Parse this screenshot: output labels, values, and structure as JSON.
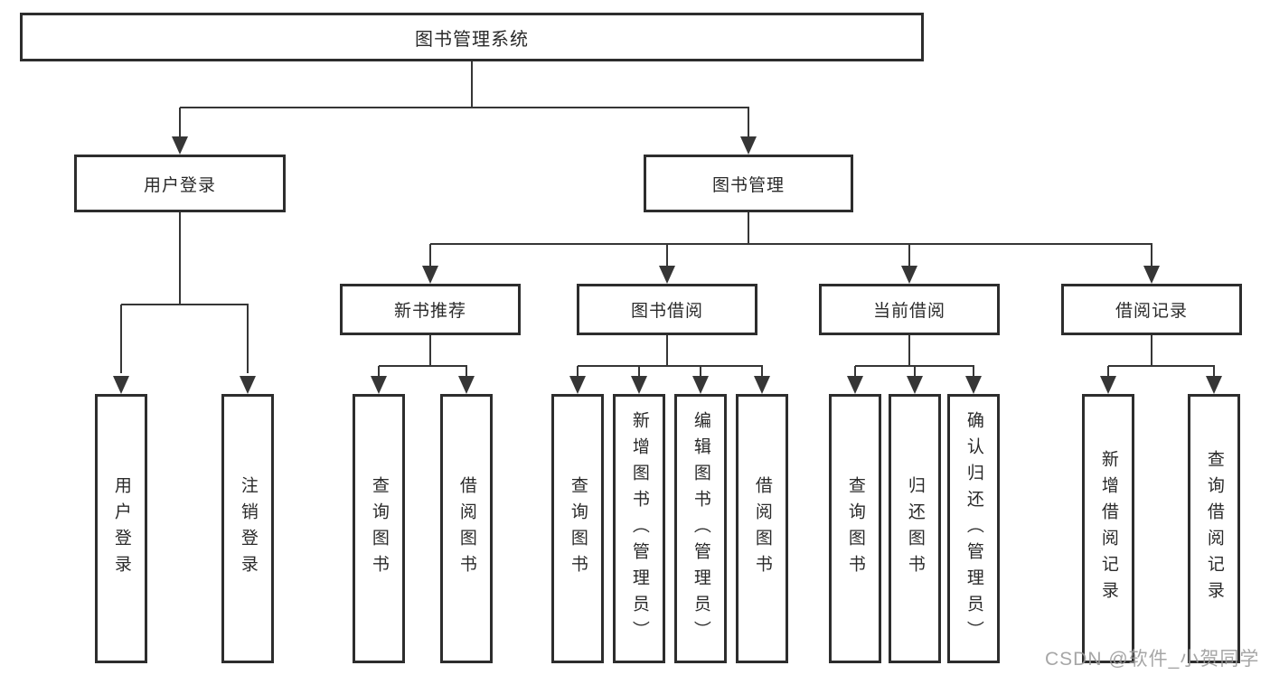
{
  "diagram": {
    "root": "图书管理系统",
    "l2": [
      "用户登录",
      "图书管理"
    ],
    "l3": [
      "新书推荐",
      "图书借阅",
      "当前借阅",
      "借阅记录"
    ],
    "leaves_user": [
      "用户登录",
      "注销登录"
    ],
    "leaves_recommend": [
      "查询图书",
      "借阅图书"
    ],
    "leaves_borrow": [
      "查询图书",
      "新增图书（管理员）",
      "编辑图书（管理员）",
      "借阅图书"
    ],
    "leaves_current": [
      "查询图书",
      "归还图书",
      "确认归还（管理员）"
    ],
    "leaves_records": [
      "新增借阅记录",
      "查询借阅记录"
    ]
  },
  "watermark": "CSDN @软件_小贺同学",
  "colors": {
    "line": "#363636",
    "box_border": "#2d2d2d",
    "text": "#2a2a2a",
    "watermark": "#9a9a9a",
    "background": "#ffffff"
  }
}
